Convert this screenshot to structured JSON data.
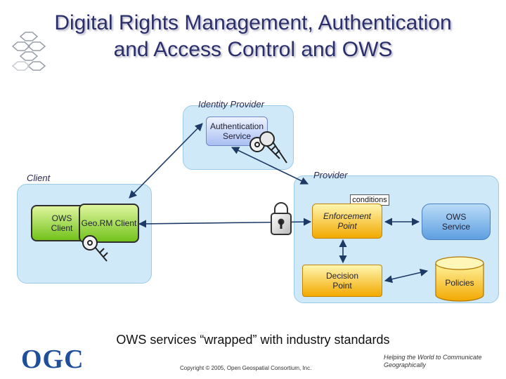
{
  "title": {
    "line1": "Digital Rights Management, Authentication",
    "line2": "and Access Control and OWS"
  },
  "diagram": {
    "identity_provider": {
      "label": "Identity Provider",
      "auth_service": "Authentication Service"
    },
    "client": {
      "label": "Client",
      "ows_client": "OWS Client",
      "georm_client": "Geo.RM Client"
    },
    "provider": {
      "label": "Provider",
      "conditions": "conditions",
      "enforcement_point": "Enforcement Point",
      "ows_service": "OWS Service",
      "decision_point": "Decision Point",
      "policies": "Policies"
    },
    "icons": [
      "key-icon",
      "lock-icon",
      "hexagon-logo-icon",
      "policies-database-icon"
    ]
  },
  "footer": {
    "caption": "OWS services “wrapped” with industry standards",
    "logo": "OGC",
    "copyright": "Copyright © 2005, Open Geospatial Consortium, Inc.",
    "tagline_line1": "Helping the World to Communicate",
    "tagline_line2": "Geographically"
  },
  "colors": {
    "title": "#2b2f6b",
    "panel": "#cfe9f8",
    "green_box": "#72c21b",
    "gold_box": "#f2a900",
    "blue_box": "#a9bff2",
    "logo": "#1f4e9a"
  }
}
